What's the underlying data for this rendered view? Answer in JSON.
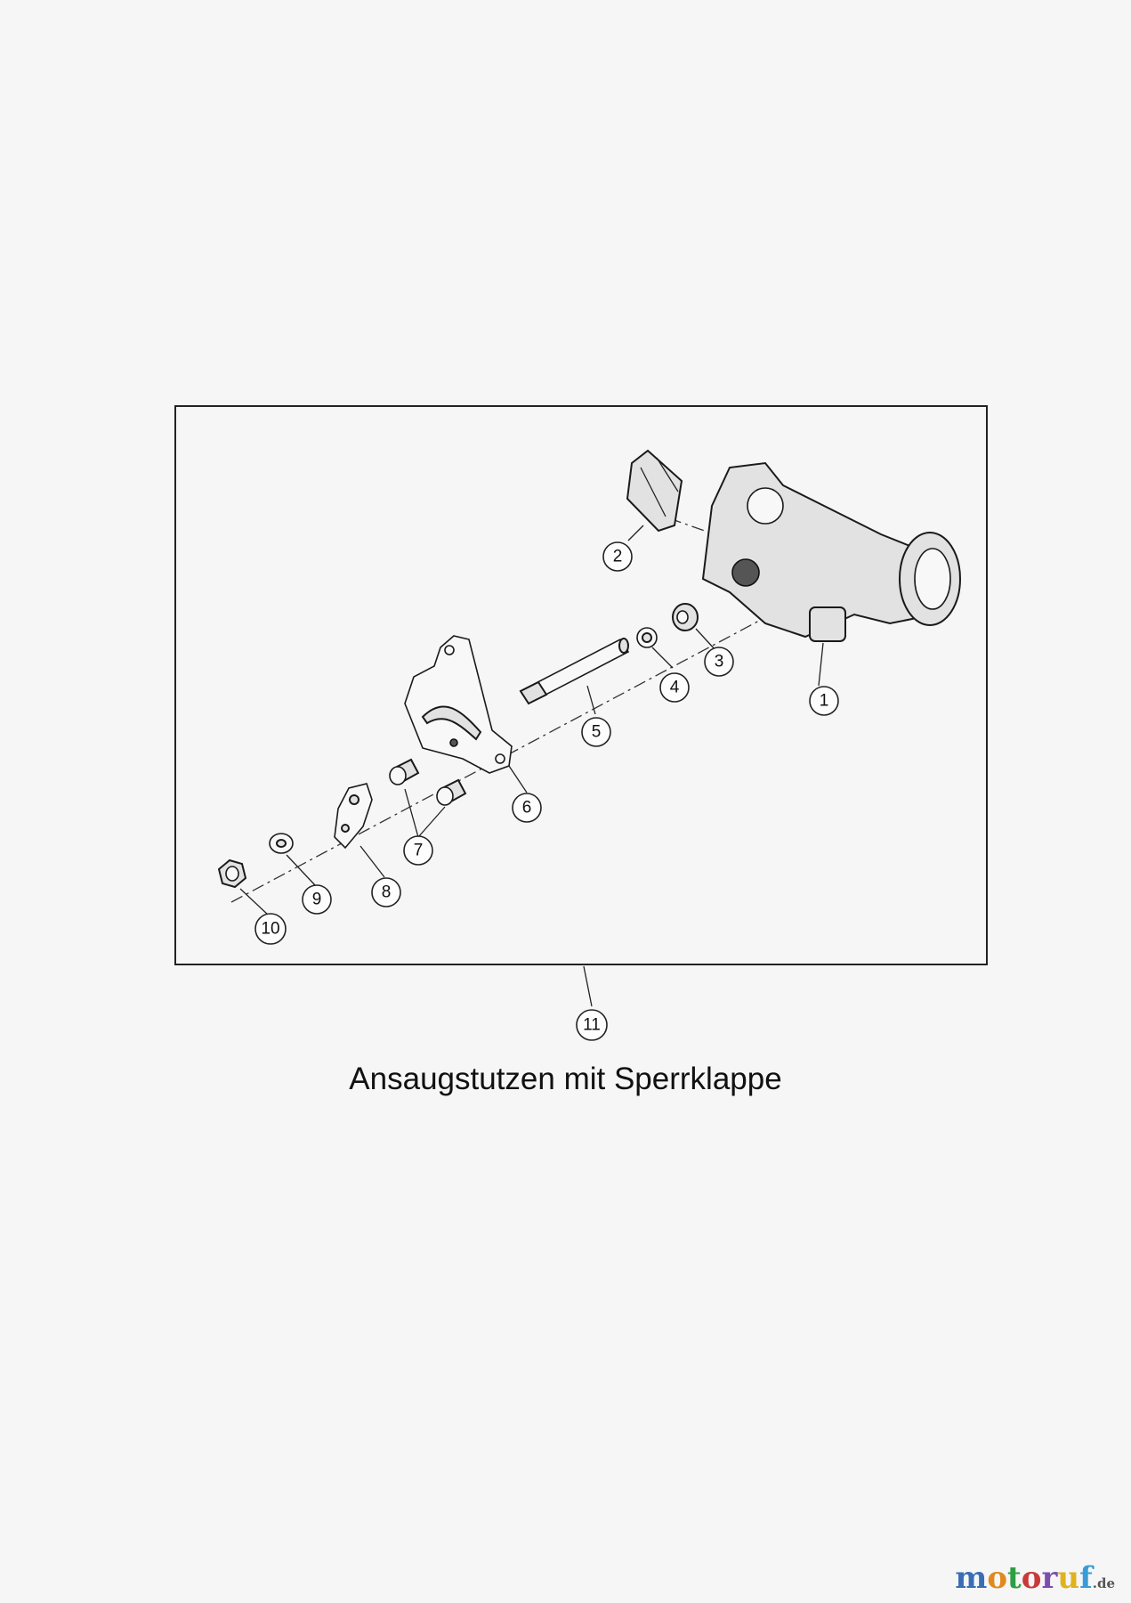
{
  "diagram": {
    "title": "Ansaugstutzen mit Sperrklappe",
    "callouts": [
      "1",
      "2",
      "3",
      "4",
      "5",
      "6",
      "7",
      "8",
      "9",
      "10",
      "11"
    ]
  },
  "logo": {
    "text": "motoruf",
    "domain": ".de",
    "colors": [
      "#3a6db5",
      "#e08a1e",
      "#2e9e44",
      "#c83a3a",
      "#7a4fb0",
      "#e0b21e",
      "#3a9bd6"
    ]
  }
}
